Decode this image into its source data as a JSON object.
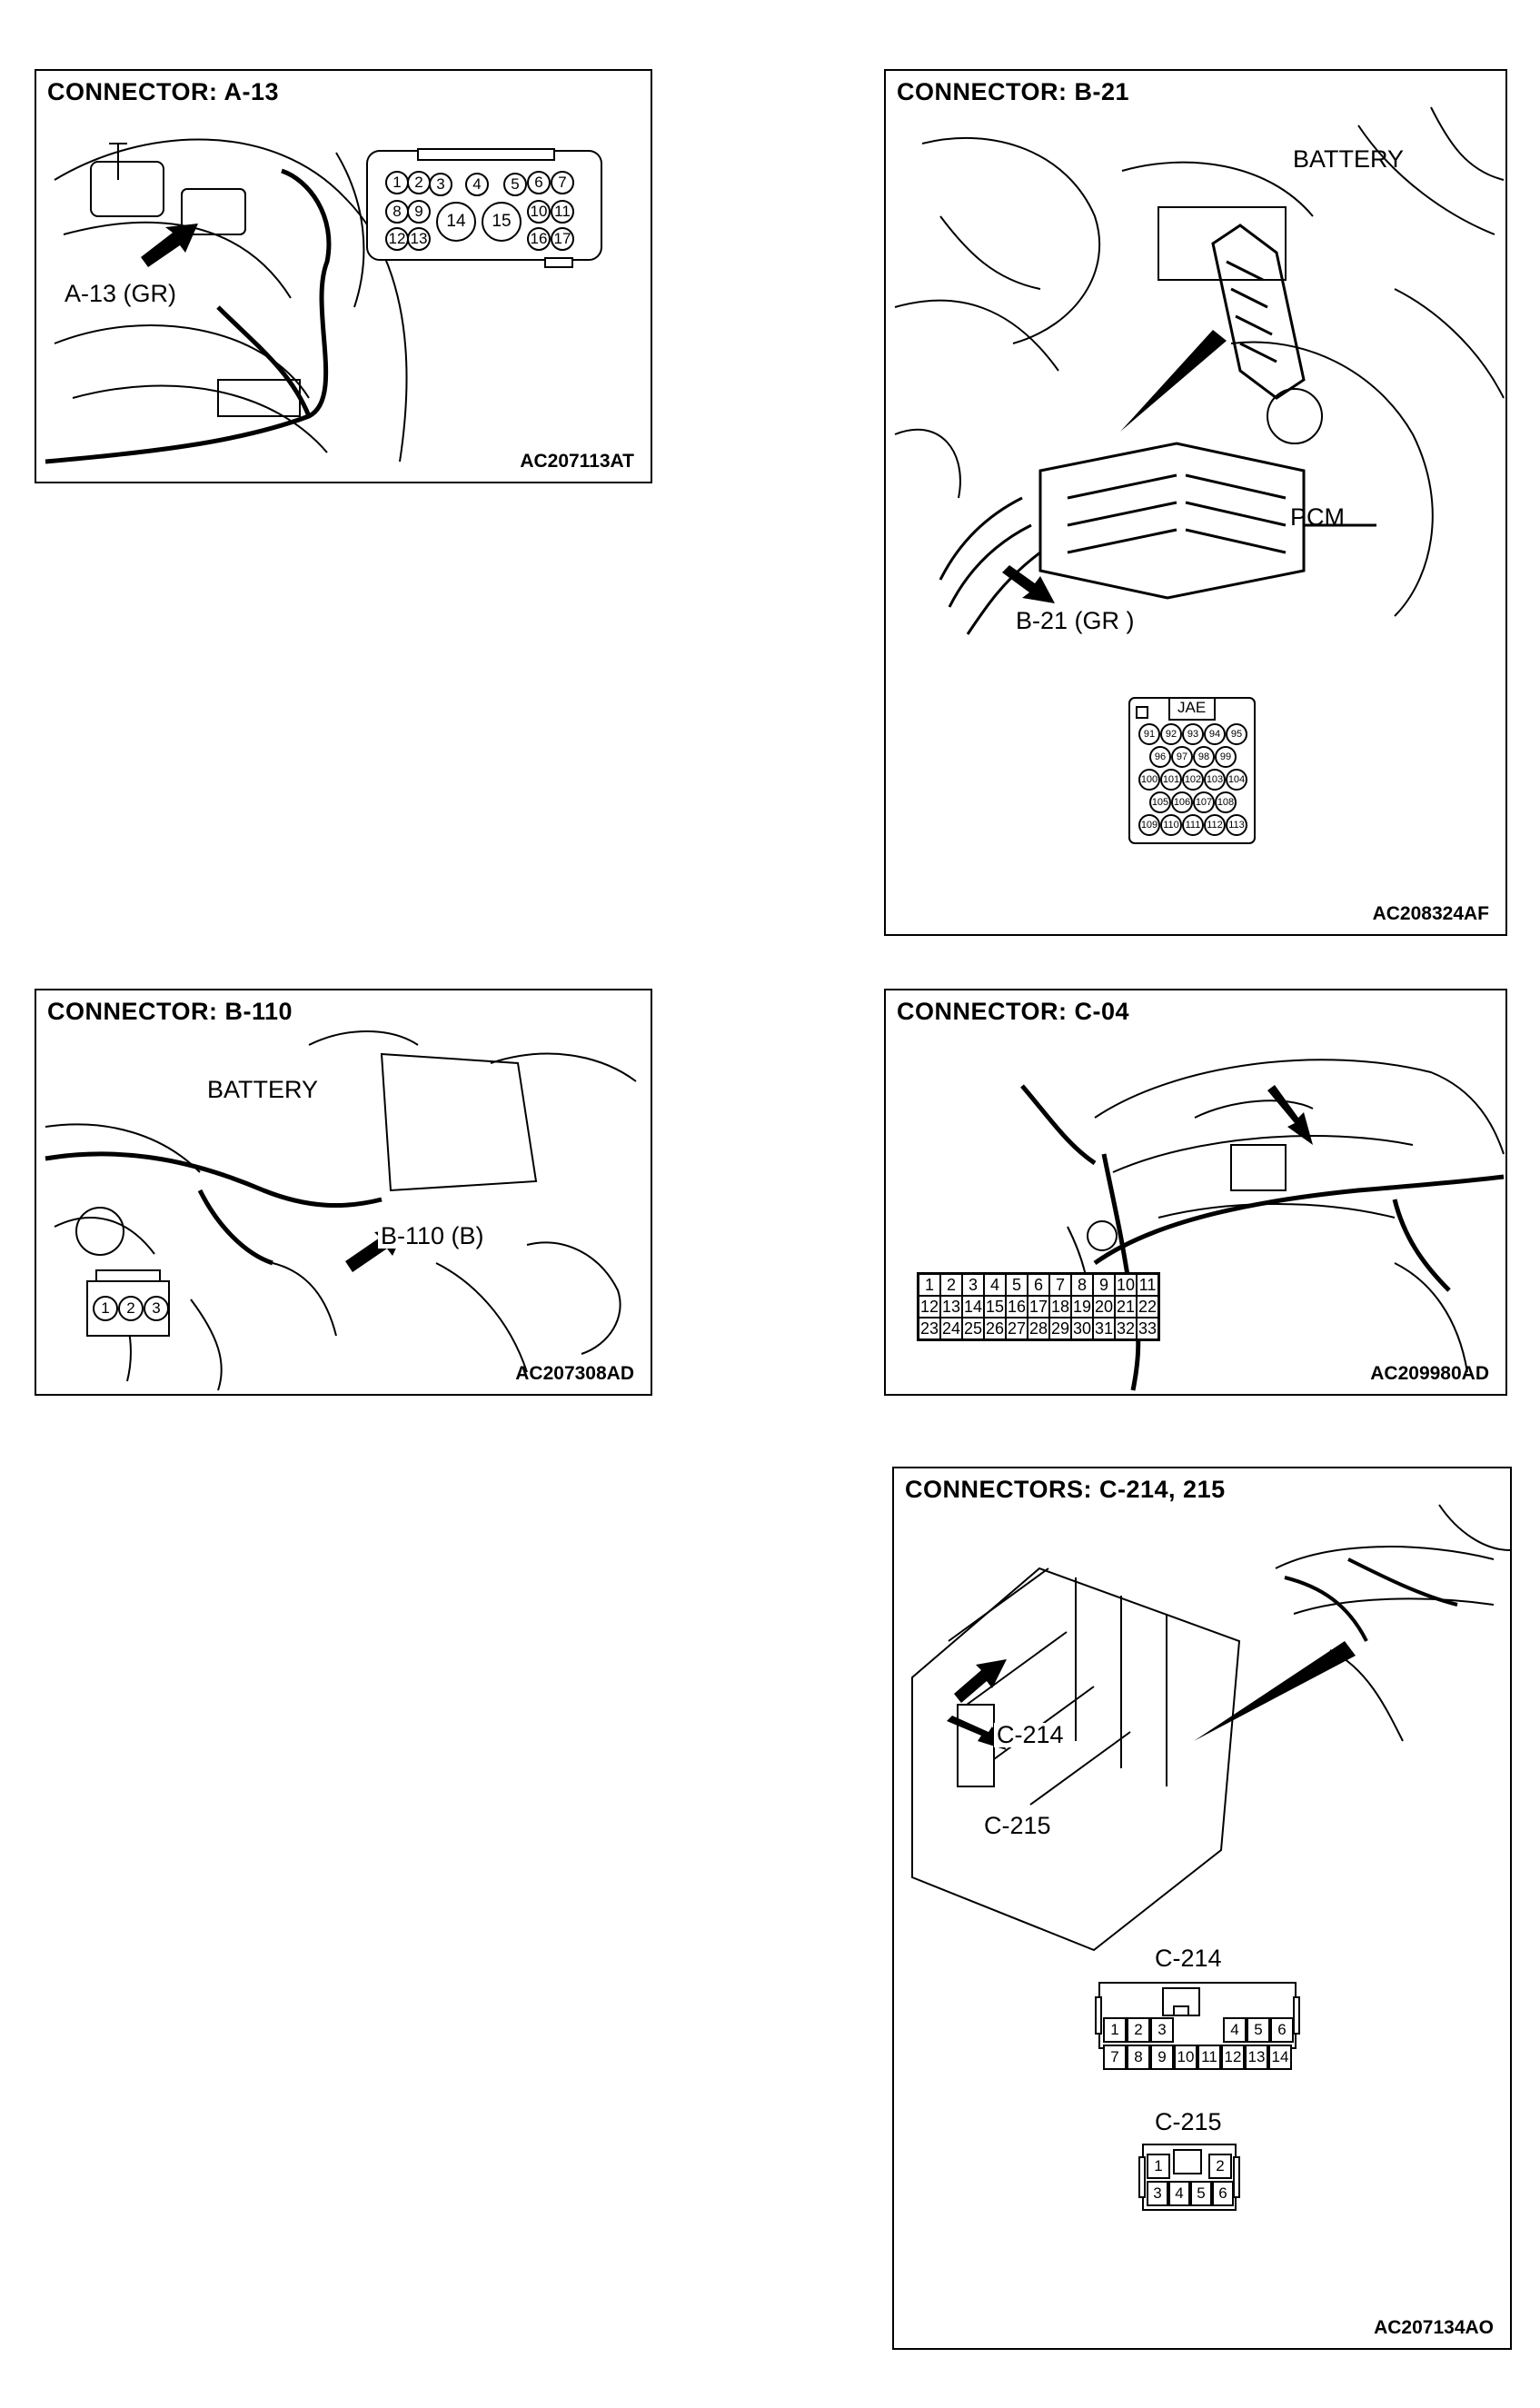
{
  "panels": {
    "a13": {
      "title": "CONNECTOR: A-13",
      "callout": "A-13 (GR)",
      "code": "AC207113AT",
      "pins": [
        "1",
        "2",
        "3",
        "4",
        "5",
        "6",
        "7",
        "8",
        "9",
        "10",
        "11",
        "12",
        "13",
        "14",
        "15",
        "16",
        "17"
      ]
    },
    "b21": {
      "title": "CONNECTOR: B-21",
      "battery": "BATTERY",
      "pcm": "PCM",
      "callout": "B-21 (GR )",
      "maker": "JAE",
      "code": "AC208324AF",
      "pins": [
        "91",
        "92",
        "93",
        "94",
        "95",
        "96",
        "97",
        "98",
        "99",
        "100",
        "101",
        "102",
        "103",
        "104",
        "105",
        "106",
        "107",
        "108",
        "109",
        "110",
        "111",
        "112",
        "113"
      ]
    },
    "b110": {
      "title": "CONNECTOR: B-110",
      "battery": "BATTERY",
      "callout": "B-110 (B)",
      "code": "AC207308AD",
      "pins": [
        "1",
        "2",
        "3"
      ]
    },
    "c04": {
      "title": "CONNECTOR: C-04",
      "code": "AC209980AD",
      "pins": [
        "1",
        "2",
        "3",
        "4",
        "5",
        "6",
        "7",
        "8",
        "9",
        "10",
        "11",
        "12",
        "13",
        "14",
        "15",
        "16",
        "17",
        "18",
        "19",
        "20",
        "21",
        "22",
        "23",
        "24",
        "25",
        "26",
        "27",
        "28",
        "29",
        "30",
        "31",
        "32",
        "33"
      ]
    },
    "c214": {
      "title": "CONNECTORS: C-214, 215",
      "callout_a": "C-214",
      "callout_b": "C-215",
      "conn_a_label": "C-214",
      "conn_b_label": "C-215",
      "code": "AC207134AO",
      "pins_a_top": [
        "1",
        "2",
        "3",
        "4",
        "5",
        "6"
      ],
      "pins_a_bottom": [
        "7",
        "8",
        "9",
        "10",
        "11",
        "12",
        "13",
        "14"
      ],
      "pins_b_top": [
        "1",
        "2"
      ],
      "pins_b_bottom": [
        "3",
        "4",
        "5",
        "6"
      ]
    }
  }
}
